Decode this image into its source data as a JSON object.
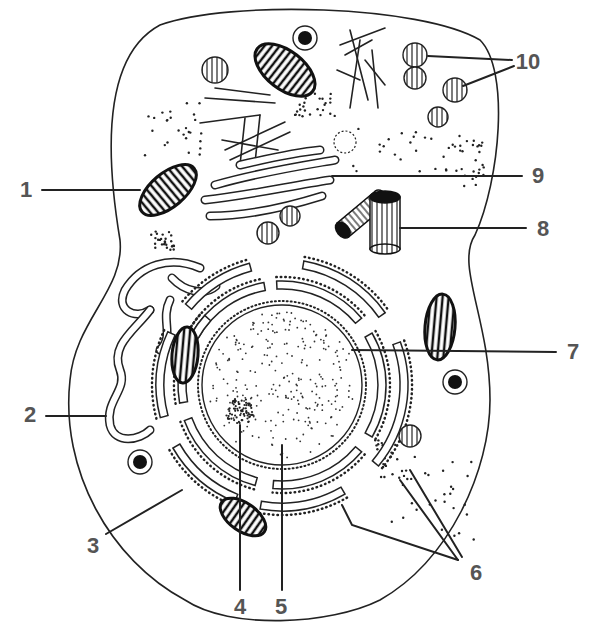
{
  "diagram": {
    "labels": [
      "10",
      "1",
      "9",
      "8",
      "7",
      "2",
      "3",
      "6",
      "4",
      "5"
    ]
  }
}
